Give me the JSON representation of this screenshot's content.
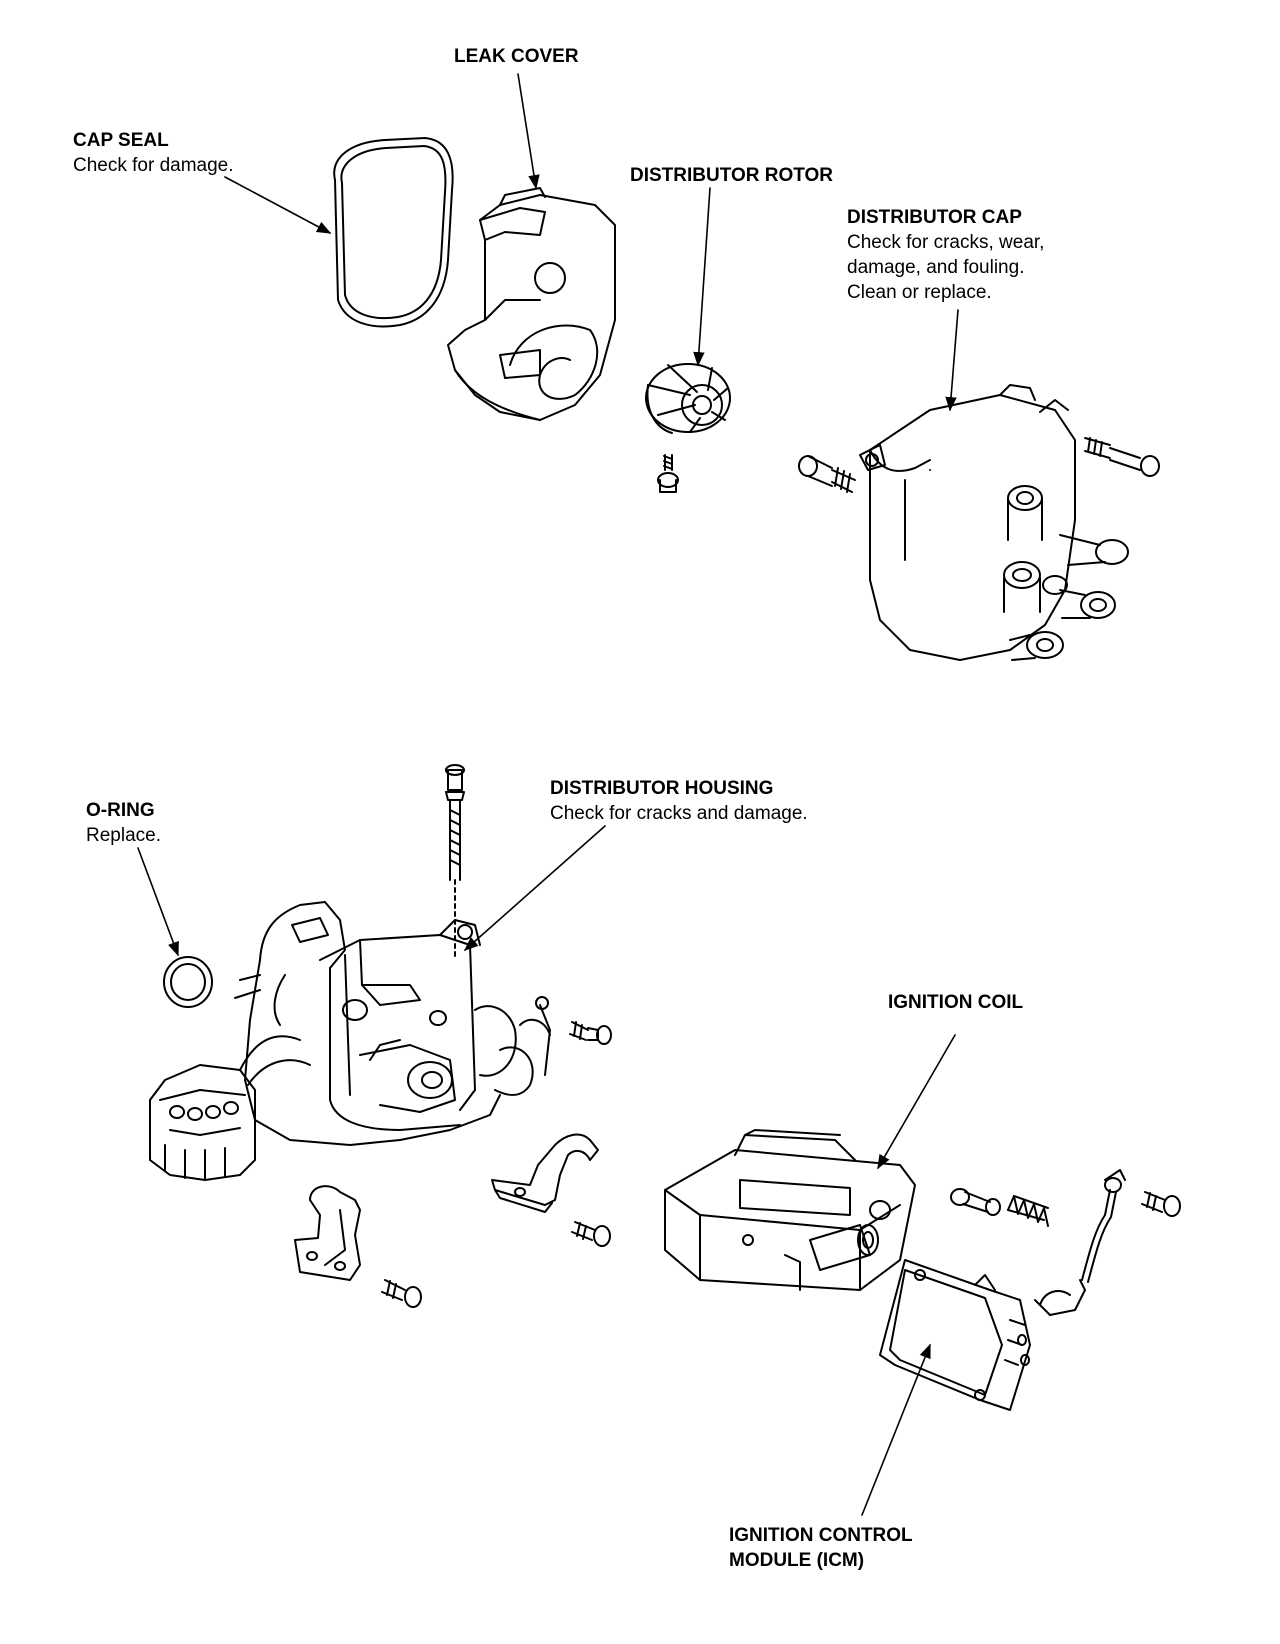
{
  "labels": {
    "leak_cover": {
      "title": "LEAK COVER"
    },
    "cap_seal": {
      "title": "CAP SEAL",
      "note": "Check for damage."
    },
    "distributor_rotor": {
      "title": "DISTRIBUTOR ROTOR"
    },
    "distributor_cap": {
      "title": "DISTRIBUTOR CAP",
      "note_lines": [
        "Check for cracks, wear,",
        "damage, and fouling.",
        "Clean or replace."
      ]
    },
    "o_ring": {
      "title": "O-RING",
      "note": "Replace."
    },
    "distributor_housing": {
      "title": "DISTRIBUTOR HOUSING",
      "note": "Check for cracks and damage."
    },
    "ignition_coil": {
      "title": "IGNITION COIL"
    },
    "icm": {
      "title_lines": [
        "IGNITION CONTROL",
        "MODULE (ICM)"
      ]
    }
  }
}
